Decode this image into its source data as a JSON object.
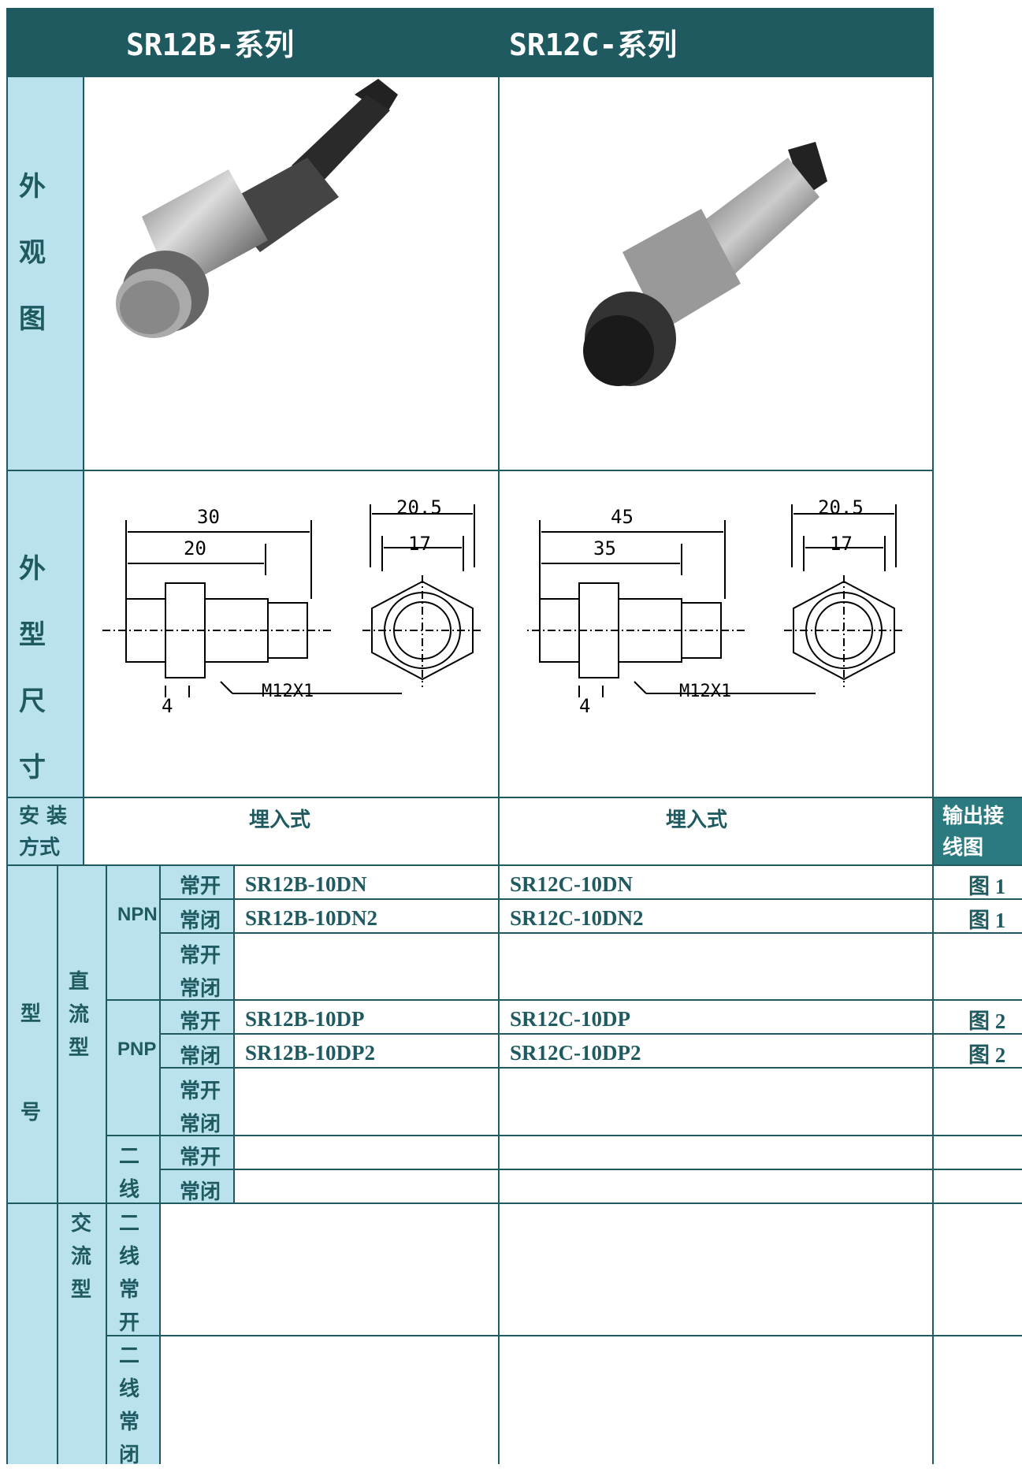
{
  "header": {
    "col_b": "SR12B-系列",
    "col_c": "SR12C-系列"
  },
  "labels": {
    "appearance": [
      "外",
      "观",
      "图"
    ],
    "dimensions": [
      "外",
      "型",
      "尺",
      "寸"
    ],
    "install_1": "安 装",
    "install_2": "方式",
    "model": [
      "型",
      "号"
    ],
    "dc": [
      "直",
      "流",
      "型"
    ],
    "ac": [
      "交",
      "流",
      "型"
    ],
    "output_1": "输出接",
    "output_2": "线图"
  },
  "install": {
    "b": "埋入式",
    "c": "埋入式"
  },
  "dims": {
    "b": {
      "total": "30",
      "body": "20",
      "hex": "20.5",
      "inner": "17",
      "nut": "4",
      "thread": "M12X1"
    },
    "c": {
      "total": "45",
      "body": "35",
      "hex": "20.5",
      "inner": "17",
      "nut": "4",
      "thread": "M12X1"
    }
  },
  "rows": [
    {
      "type": "常开",
      "b": "SR12B-10DN",
      "c": "SR12C-10DN",
      "fig": "图 1"
    },
    {
      "type": "常闭",
      "b": "SR12B-10DN2",
      "c": "SR12C-10DN2",
      "fig": "图 1"
    },
    {
      "type": "常开",
      "type2": "常闭",
      "b": "",
      "c": "",
      "fig": ""
    },
    {
      "type": "常开",
      "b": "SR12B-10DP",
      "c": "SR12C-10DP",
      "fig": "图 2"
    },
    {
      "type": "常闭",
      "b": "SR12B-10DP2",
      "c": "SR12C-10DP2",
      "fig": "图 2"
    },
    {
      "type": "常开",
      "type2": "常闭",
      "b": "",
      "c": "",
      "fig": ""
    },
    {
      "type": "常开",
      "b": "",
      "c": "",
      "fig": ""
    },
    {
      "type": "常闭",
      "b": "",
      "c": "",
      "fig": ""
    }
  ],
  "groups": {
    "npn": "NPN",
    "pnp": "PNP",
    "two_wire": [
      "二",
      "线"
    ]
  },
  "ac_rows": [
    [
      "二",
      "线",
      "常",
      "开"
    ],
    [
      "二",
      "线",
      "常",
      "闭"
    ]
  ]
}
